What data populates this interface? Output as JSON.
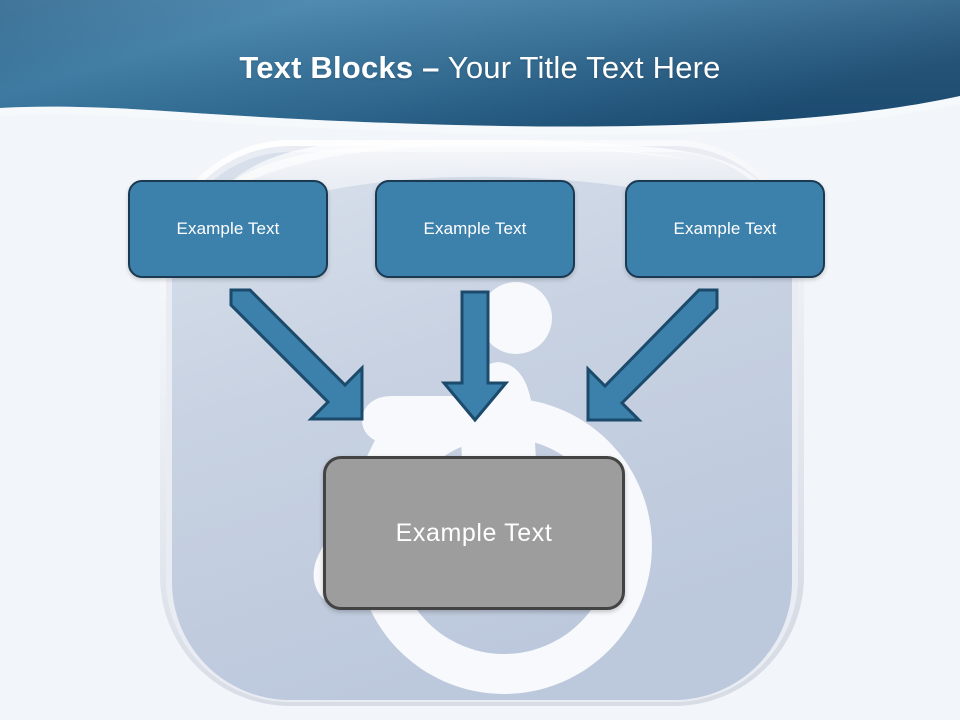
{
  "slide": {
    "title_bold": "Text Blocks ",
    "title_dash": "–",
    "title_rest": " Your Title Text Here",
    "title_full": "Text Blocks – Your Title Text Here"
  },
  "theme": {
    "header_blue_light": "#3f7ca6",
    "header_blue_dark": "#1d4f77",
    "page_background": "#f2f6fa",
    "box_blue_fill": "#3c80ac",
    "box_blue_border": "#1b3a52",
    "box_gray_fill": "#9d9d9d",
    "box_gray_border": "#434343",
    "arrow_fill": "#3c80ac",
    "arrow_border": "#1b4a6b",
    "icon_plate_fill": "#c6d0e0",
    "icon_symbol_fill": "#f7f9fc",
    "text_white": "#ffffff"
  },
  "top_boxes": [
    {
      "label": "Example Text"
    },
    {
      "label": "Example Text"
    },
    {
      "label": "Example Text"
    }
  ],
  "bottom_box": {
    "label": "Example Text"
  },
  "arrows": [
    {
      "name": "arrow-left-diagonal",
      "direction": "down-right"
    },
    {
      "name": "arrow-center-vertical",
      "direction": "down"
    },
    {
      "name": "arrow-right-diagonal",
      "direction": "down-left"
    }
  ],
  "background_graphic": {
    "name": "accessibility-wheelchair-icon",
    "description": "rounded square app tile with white wheelchair symbol"
  }
}
